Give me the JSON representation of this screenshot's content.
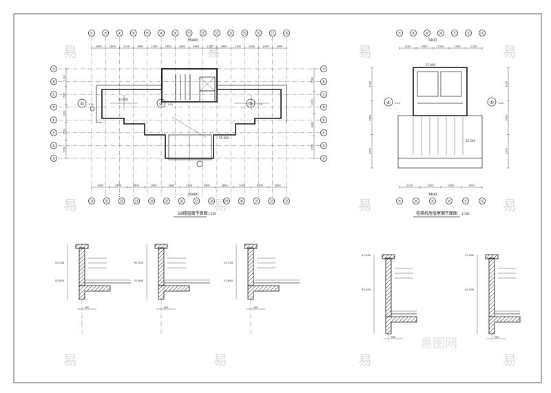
{
  "drawing": {
    "plan1": {
      "title": "18楼层面平面图",
      "scale": "1:100",
      "axis_top": [
        "①",
        "②",
        "④",
        "⑤",
        "⑦",
        "⑧",
        "⑨",
        "⑪",
        "⑫",
        "⑬",
        "⑭",
        "⑮",
        "⑯",
        "⑰",
        "⑱"
      ],
      "axis_bottom": [
        "⑲",
        "㉑",
        "㉒",
        "㉓",
        "㉔",
        "㉕",
        "㉖",
        "㉗",
        "㉘",
        "㉙",
        "㉚",
        "㉛",
        "㉜",
        "㉝"
      ],
      "axis_left": [
        "Ⓐ",
        "Ⓑ",
        "Ⓒ",
        "Ⓓ",
        "Ⓔ",
        "Ⓕ",
        "Ⓖ",
        "Ⓗ"
      ],
      "axis_right": [
        "Ⓐ",
        "Ⓑ",
        "Ⓒ",
        "Ⓓ",
        "Ⓔ",
        "Ⓕ",
        "Ⓖ",
        "Ⓗ"
      ],
      "dims_top": [
        "3900",
        "1800",
        "2100",
        "2400",
        "2100",
        "2900",
        "1800",
        "3400",
        "2100",
        "2400",
        "1700",
        "3300",
        "1900",
        "3900"
      ],
      "total_top": "35400",
      "dims_bottom": [
        "3900",
        "2400",
        "1800",
        "2000",
        "1800",
        "2300",
        "2400",
        "1800",
        "2000",
        "3300",
        "3900"
      ],
      "total_bottom": "35400",
      "dims_left": [
        "1200",
        "1500",
        "1200",
        "3500",
        "2700"
      ],
      "dims_right": [
        "1500",
        "1300",
        "3900",
        "2700"
      ],
      "elev_main": "52.600",
      "elev_room": "55.500"
    },
    "plan2": {
      "title": "电梯机房层屋面平面图",
      "scale": "1:100",
      "axis_top": [
        "⑦",
        "⑧",
        "⑨",
        "⑩",
        "⑪",
        "⑫",
        "⑬"
      ],
      "axis_bottom": [
        "⑦",
        "⑧",
        "⑨",
        "⑩",
        "⑪",
        "⑫"
      ],
      "dims_top": [
        "2100",
        "2600",
        "1500",
        "2100",
        "2100"
      ],
      "total_top": "7400",
      "dims_bottom": [
        "2170",
        "3100",
        "3000",
        "2070"
      ],
      "total_bottom": "7400",
      "elev_room": "57.000",
      "elev_roof": "55.500",
      "dims_left": [
        "3700",
        "3900",
        "2700"
      ],
      "dims_right": [
        "3200",
        "3500",
        "2700"
      ]
    },
    "details": [
      {
        "num": "①",
        "scale": "1:20",
        "elev_top": "52.200",
        "elev_low": "52.600",
        "width": "300"
      },
      {
        "num": "②",
        "scale": "1:20",
        "elev_top": "52.200",
        "elev_low": "52.600",
        "width": "500"
      },
      {
        "num": "③",
        "scale": "1:20",
        "elev_top": "52.200",
        "elev_low": "52.600",
        "width": "300"
      },
      {
        "num": "④",
        "scale": "1:20",
        "elev_top": "57.000",
        "elev_low": "55.500",
        "width": "500"
      },
      {
        "num": "⑤",
        "scale": "1:20",
        "elev_top": "57.000",
        "elev_low": "55.500",
        "width": "500"
      }
    ],
    "watermark": "易",
    "brand": "易图网"
  }
}
